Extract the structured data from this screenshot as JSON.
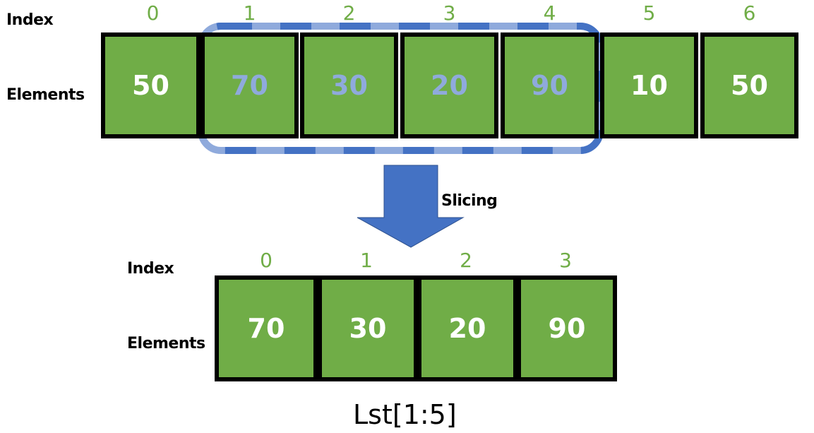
{
  "colors": {
    "cell_fill": "#70ad47",
    "index_text": "#70ad47",
    "highlight_dash": "#4472c4",
    "highlight_band": "#8faadc",
    "selected_text": "#8faadc",
    "arrow": "#4472c4"
  },
  "original": {
    "index_label": "Index",
    "elements_label": "Elements",
    "indices": [
      "0",
      "1",
      "2",
      "3",
      "4",
      "5",
      "6"
    ],
    "values": [
      "50",
      "70",
      "30",
      "20",
      "90",
      "10",
      "50"
    ],
    "selected": [
      false,
      true,
      true,
      true,
      true,
      false,
      false
    ]
  },
  "arrow": {
    "label": "Slicing",
    "icon": "down-arrow-icon"
  },
  "sliced": {
    "index_label": "Index",
    "elements_label": "Elements",
    "indices": [
      "0",
      "1",
      "2",
      "3"
    ],
    "values": [
      "70",
      "30",
      "20",
      "90"
    ]
  },
  "caption": "Lst[1:5]"
}
